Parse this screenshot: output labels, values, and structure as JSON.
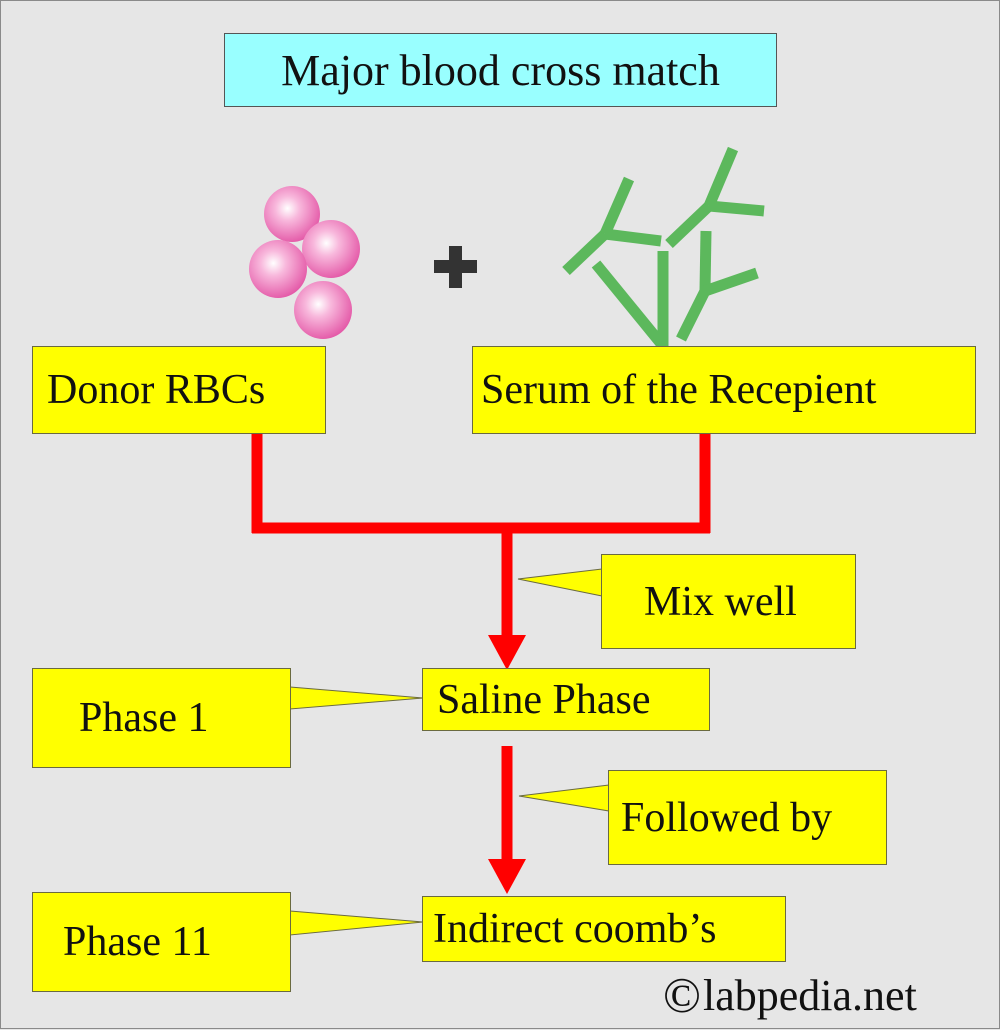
{
  "title": "Major blood cross match",
  "inputs": {
    "donor": "Donor RBCs",
    "plus": "+",
    "serum": "Serum of the Recepient"
  },
  "steps": {
    "mix": "Mix well",
    "saline": "Saline Phase",
    "phase1": "Phase 1",
    "followed": "Followed by",
    "indirect": "Indirect coomb’s",
    "phase2": "Phase 11"
  },
  "watermark": {
    "symbol": "©",
    "text": "labpedia.net"
  },
  "colors": {
    "background": "#e6e6e6",
    "title_fill": "#99ffff",
    "box_fill": "#ffff00",
    "arrow": "#ff0000",
    "rbc": "#f27fbf",
    "antibody": "#5cb85c"
  }
}
